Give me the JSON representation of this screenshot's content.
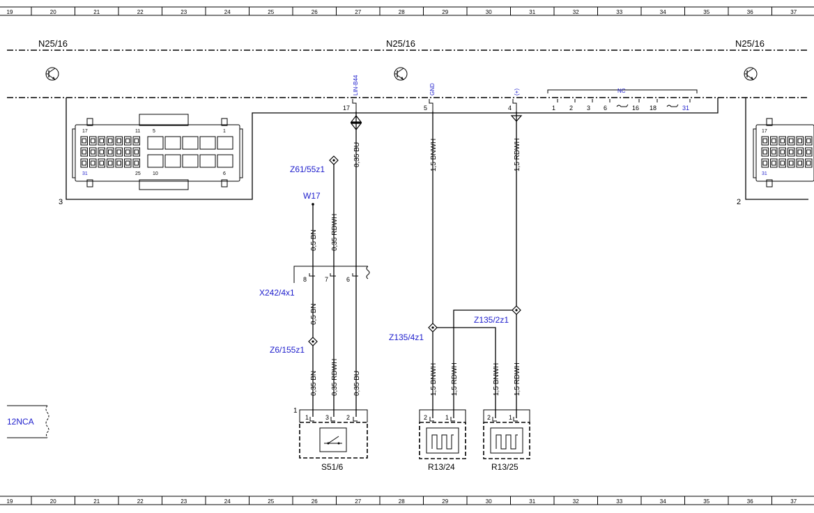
{
  "grid": {
    "columns": [
      "19",
      "20",
      "21",
      "22",
      "23",
      "24",
      "25",
      "26",
      "27",
      "28",
      "29",
      "30",
      "31",
      "32",
      "33",
      "34",
      "35",
      "36",
      "37"
    ]
  },
  "module": {
    "left_label": "N25/16",
    "center_label": "N25/16",
    "right_label": "N25/16",
    "left_connector_index": "3",
    "right_connector_index": "2"
  },
  "connector_pins": {
    "top_left": "17",
    "top_mid1": "11",
    "top_mid2": "5",
    "top_right": "1",
    "bottom_left": "31",
    "bottom_mid1": "25",
    "bottom_mid2": "10",
    "bottom_right": "6"
  },
  "module_pins": {
    "p17": "17",
    "p5": "5",
    "p4": "4",
    "nc_label": "NC",
    "nc_pins": [
      "1",
      "2",
      "3",
      "6",
      "16",
      "18",
      "31"
    ],
    "sig_lin": "LIN-B44",
    "sig_gnd": "GND",
    "sig_plus": "(+)"
  },
  "wires": {
    "w_bu_top": "0,35 BU",
    "w_bnwh_top": "1,5 BNWH",
    "w_rdwh_top": "1,5 RDWH",
    "w_rdwh_mid": "0,35 RDWH",
    "w_bn_mid": "0,5 BN",
    "w_bn_low": "0,5 BN",
    "w_s_bn": "0,35 BN",
    "w_s_rdwh": "0,35 RDWH",
    "w_s_bu": "0,35 BU",
    "w_r1_bnwh": "1,5 BNWH",
    "w_r1_rdwh": "1,5 RDWH",
    "w_r2_bnwh": "1,5 BNWH",
    "w_r2_rdwh": "1,5 RDWH"
  },
  "nodes": {
    "z61": "Z61/55z1",
    "w17": "W17",
    "x242": "X242/4x1",
    "x242_pins": [
      "8",
      "7",
      "6"
    ],
    "z6": "Z6/155z1",
    "z135_4": "Z135/4z1",
    "z135_2": "Z135/2z1",
    "nca": "12NCA"
  },
  "components": {
    "s51": {
      "label": "S51/6",
      "index": "1",
      "pins": [
        "1",
        "3",
        "2"
      ]
    },
    "r24": {
      "label": "R13/24",
      "pins": [
        "2",
        "1"
      ]
    },
    "r25": {
      "label": "R13/25",
      "pins": [
        "2",
        "1"
      ]
    }
  }
}
